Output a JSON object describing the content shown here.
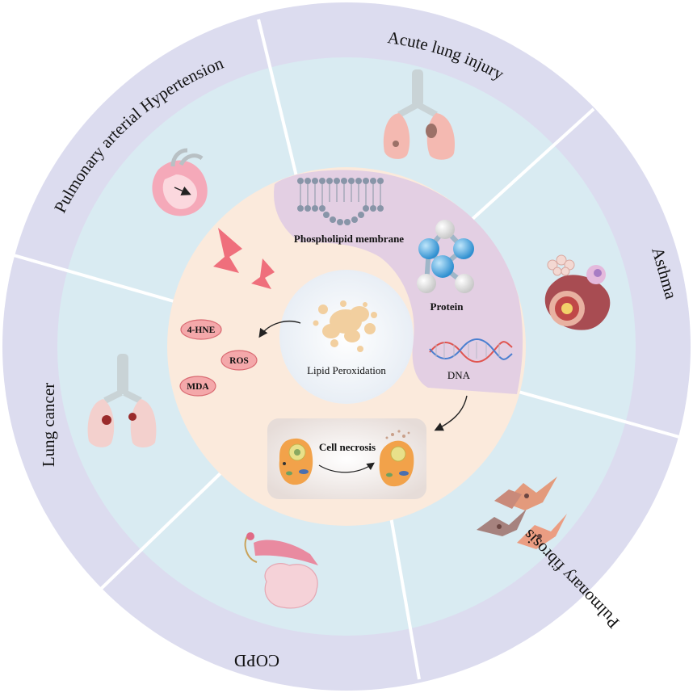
{
  "diseases": [
    {
      "id": "acute-lung-injury",
      "label": "Acute lung injury"
    },
    {
      "id": "asthma",
      "label": "Asthma"
    },
    {
      "id": "pulmonary-fibrosis",
      "label": "Pulmonary fibrosis"
    },
    {
      "id": "copd",
      "label": "COPD"
    },
    {
      "id": "lung-cancer",
      "label": "Lung cancer"
    },
    {
      "id": "pulmonary-arterial-hypertension",
      "label": "Pulmonary arterial Hypertension"
    }
  ],
  "center": {
    "label": "Lipid Peroxidation"
  },
  "targets": {
    "membrane": "Phospholipid membrane",
    "protein": "Protein",
    "dna": "DNA"
  },
  "markers": [
    "4-HNE",
    "ROS",
    "MDA"
  ],
  "outcome": {
    "label": "Cell necrosis"
  },
  "colors": {
    "outer_ring": "#dcdcef",
    "middle_ring": "#d9ebf2",
    "inner_ring": "#fbeadc",
    "target_band": "#e3cfe3",
    "center": "#eef3f8",
    "spoke": "#ffffff",
    "marker_pill": "#f4a8aa",
    "lightning": "#ef6f7c"
  }
}
